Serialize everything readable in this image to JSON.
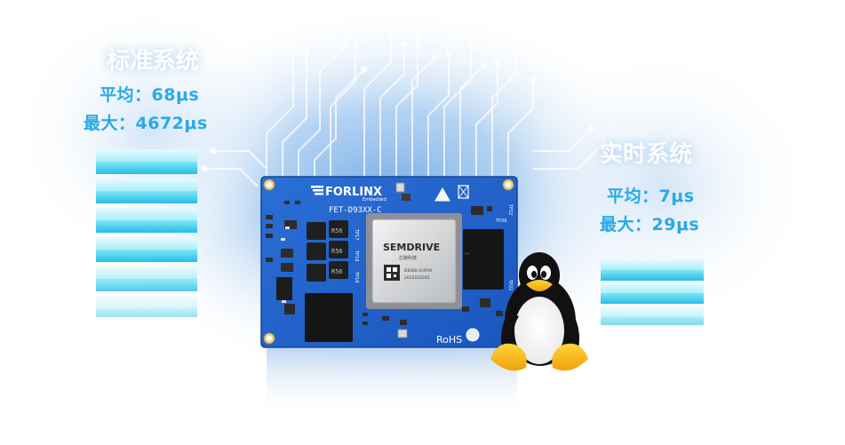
{
  "left_panel": {
    "heading": "标准系统",
    "avg": "平均：68μs",
    "max": "最大：4672μs"
  },
  "right_panel": {
    "heading": "实时系统",
    "avg": "平均：7μs",
    "max": "最大：29μs"
  },
  "board": {
    "brand": "FORLINX",
    "brand_sub": "Embedded",
    "model": "FET-D93XX-C",
    "chip_brand": "SEMDRIVE",
    "chip_subtitle": "芯驰科技",
    "chip_part": "D9360-2HFAA",
    "chip_code": "2022022265",
    "inductor_label": "R56",
    "rohs": "RoHS",
    "label_tp17": "TP17",
    "label_tp18": "TP18",
    "label_tp19": "TP19",
    "label_tp20": "TP20",
    "label_tp21": "TP21",
    "label_tp22": "TP22"
  },
  "colors": {
    "accent": "#2aa9e8",
    "board_blue": "#1f5ec7",
    "stack_cyan": "#3fd0ee",
    "glow_blue": "#9ec8f0"
  },
  "icons": {
    "mascot": "linux-tux-icon",
    "warning": "esd-warning-icon",
    "recycle": "recycle-bin-icon"
  }
}
